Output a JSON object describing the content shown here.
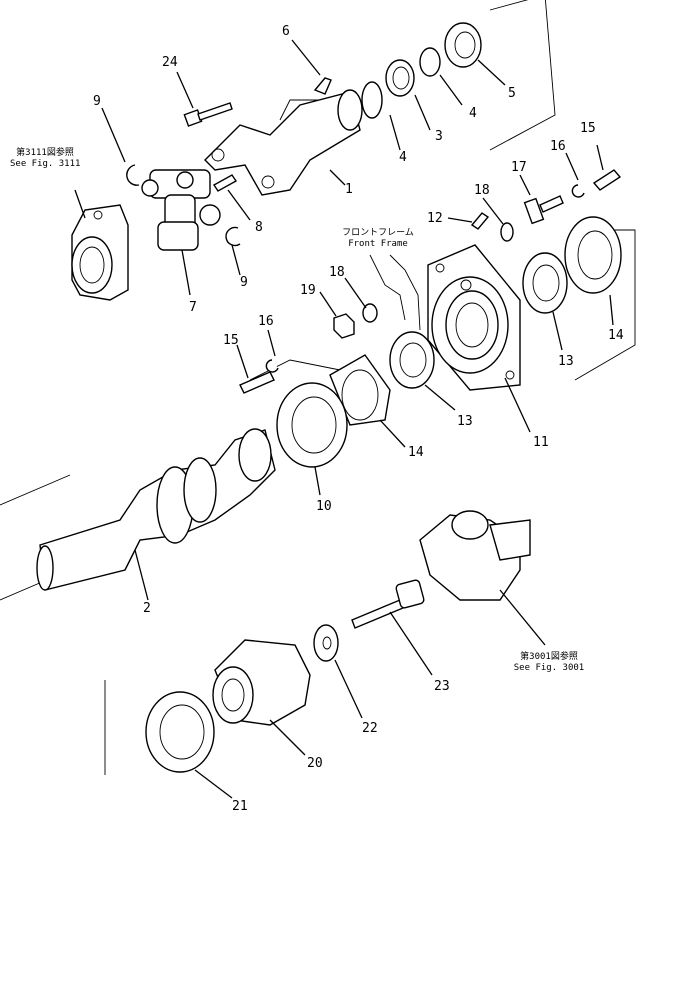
{
  "part_numbers": [
    "1",
    "2",
    "3",
    "4",
    "4",
    "5",
    "6",
    "7",
    "8",
    "9",
    "9",
    "10",
    "11",
    "12",
    "13",
    "13",
    "14",
    "14",
    "15",
    "15",
    "16",
    "16",
    "17",
    "18",
    "18",
    "19",
    "20",
    "21",
    "22",
    "23",
    "24"
  ],
  "references": {
    "fig3111_jp": "第3111図参照",
    "fig3111_en": "See Fig. 3111",
    "fig3001_jp": "第3001図参照",
    "fig3001_en": "See Fig. 3001",
    "front_frame_jp": "フロントフレーム",
    "front_frame_en": "Front Frame"
  }
}
